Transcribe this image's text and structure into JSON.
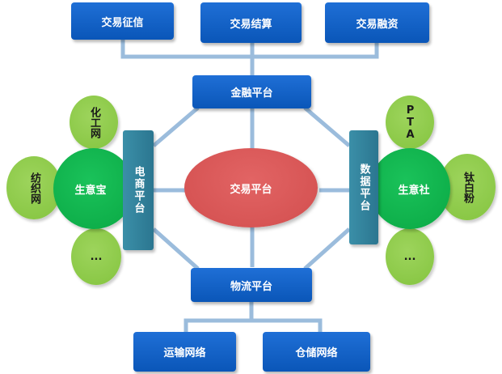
{
  "colors": {
    "box_blue": "#0b5cc5",
    "side_teal": "#2f7f98",
    "hub_green": "#10b04c",
    "leaf_green": "#8fcc4c",
    "center_red": "#d85555",
    "connector": "#9bbcdc"
  },
  "top": {
    "credit": "交易征信",
    "settlement": "交易结算",
    "financing": "交易融资"
  },
  "finance_platform": "金融平台",
  "center": "交易平台",
  "logistics_platform": "物流平台",
  "bottom": {
    "transport": "运输网络",
    "storage": "仓储网络"
  },
  "ecommerce_platform": "电商平台",
  "data_platform": "数据平台",
  "left": {
    "hub": "生意宝",
    "leaf_top": "化工网",
    "leaf_left": "纺织网",
    "leaf_bottom": "..."
  },
  "right": {
    "hub": "生意社",
    "leaf_top": "PTA",
    "leaf_right": "钛白粉",
    "leaf_bottom": "..."
  }
}
